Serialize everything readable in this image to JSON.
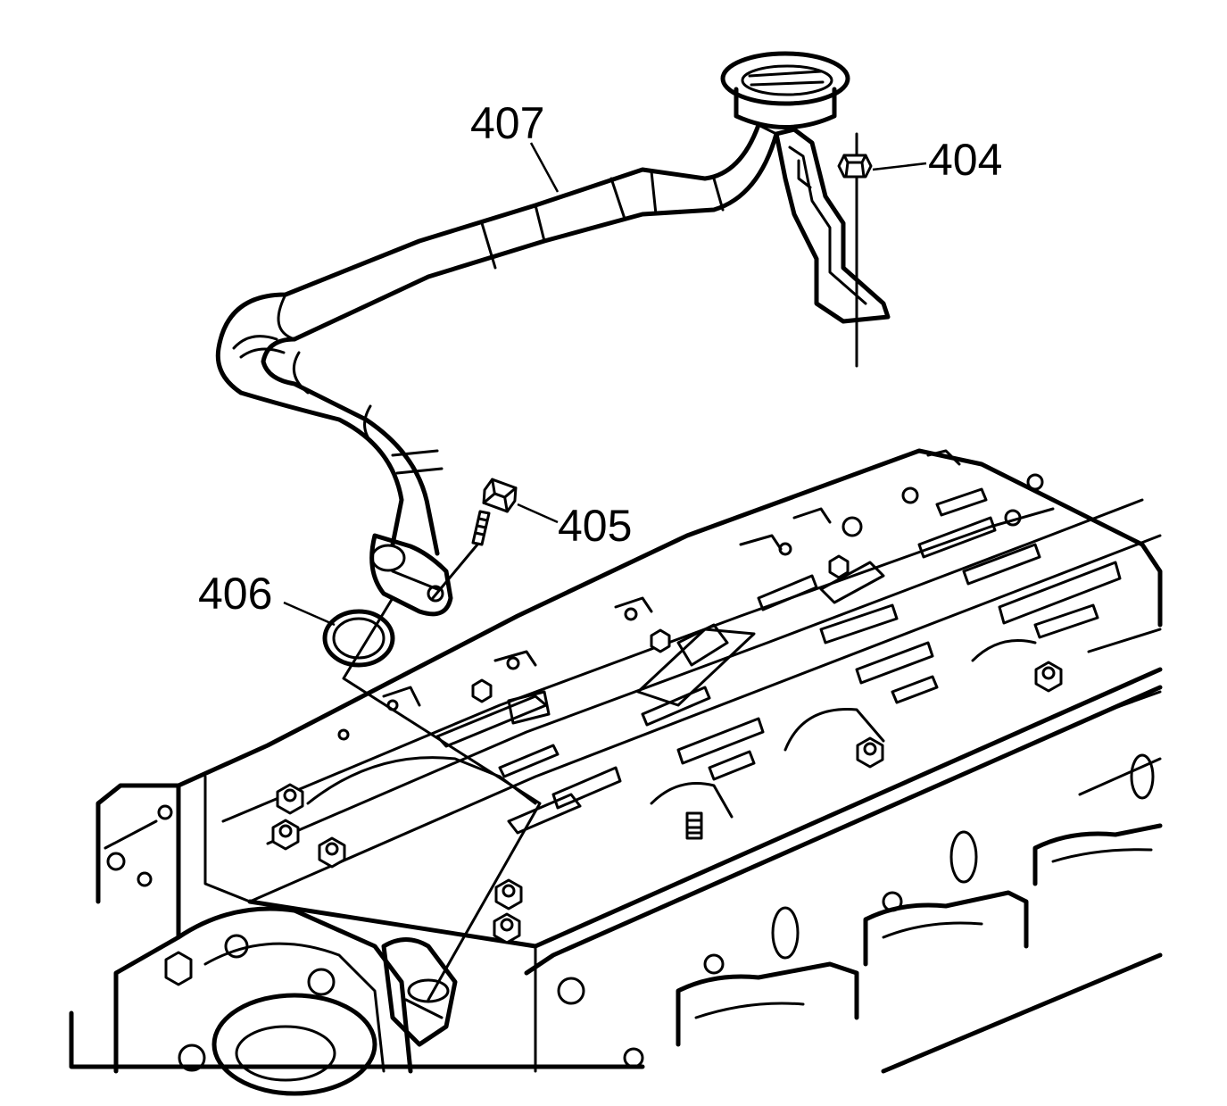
{
  "diagram": {
    "callouts": [
      {
        "id": "404",
        "label": "404"
      },
      {
        "id": "405",
        "label": "405"
      },
      {
        "id": "406",
        "label": "406"
      },
      {
        "id": "407",
        "label": "407"
      }
    ],
    "colors": {
      "line": "#000000",
      "background": "#ffffff"
    }
  }
}
